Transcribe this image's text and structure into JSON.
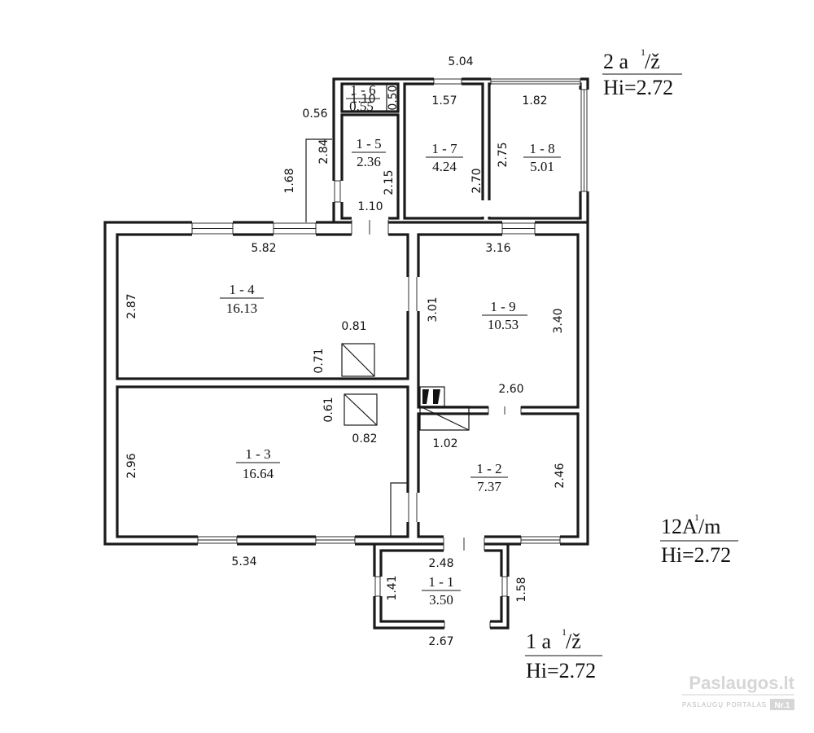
{
  "rooms": [
    {
      "id": "1 - 1",
      "area": "3.50"
    },
    {
      "id": "1 - 2",
      "area": "7.37"
    },
    {
      "id": "1 - 3",
      "area": "16.64"
    },
    {
      "id": "1 - 4",
      "area": "16.13"
    },
    {
      "id": "1 - 5",
      "area": "2.36"
    },
    {
      "id": "1 - 6",
      "area": "0.55"
    },
    {
      "id": "1 - 7",
      "area": "4.24"
    },
    {
      "id": "1 - 8",
      "area": "5.01"
    },
    {
      "id": "1 - 9",
      "area": "10.53"
    }
  ],
  "dimensions": {
    "d_504": "5.04",
    "d_157": "1.57",
    "d_182": "1.82",
    "d_056": "0.56",
    "d_110a": "1.10",
    "d_050": "0.50",
    "d_284": "2.84",
    "d_168": "1.68",
    "d_215": "2.15",
    "d_270": "2.70",
    "d_275": "2.75",
    "d_110b": "1.10",
    "d_582": "5.82",
    "d_316": "3.16",
    "d_287": "2.87",
    "d_301": "3.01",
    "d_340": "3.40",
    "d_081": "0.81",
    "d_071": "0.71",
    "d_260": "2.60",
    "d_061": "0.61",
    "d_082": "0.82",
    "d_102": "1.02",
    "d_296": "2.96",
    "d_246": "2.46",
    "d_534": "5.34",
    "d_248": "2.48",
    "d_141": "1.41",
    "d_158": "1.58",
    "d_267": "2.67"
  },
  "labels": {
    "top_right": {
      "code": "2  a",
      "sup": "1",
      "suffix": " /ž",
      "height": "Hi=2.72"
    },
    "middle_right": {
      "code": "12A",
      "sup": "1",
      "suffix": " /m",
      "height": "Hi=2.72"
    },
    "bottom": {
      "code": "1  a",
      "sup": "1",
      "suffix": " /ž",
      "height": "Hi=2.72"
    }
  },
  "watermark": {
    "brand": "Paslaugos.lt",
    "tagline": "PASLAUGŲ PORTALAS",
    "badge": "Nr.1"
  }
}
